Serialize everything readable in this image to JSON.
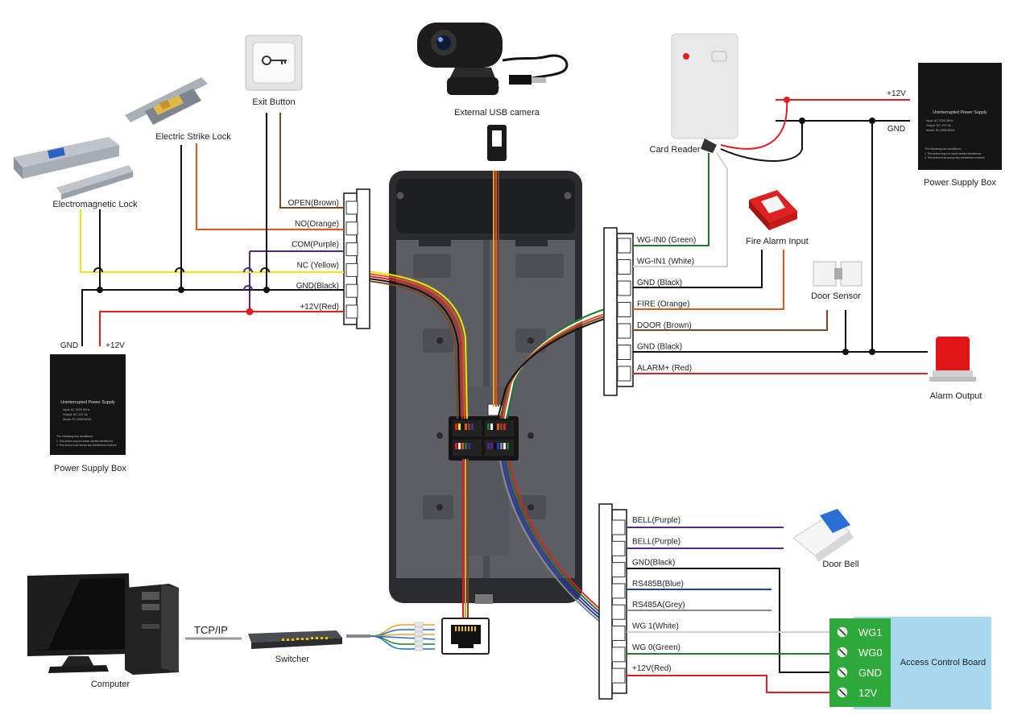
{
  "devices": {
    "camera": "External USB camera",
    "exit_button": "Exit Button",
    "electric_strike": "Electric Strike Lock",
    "em_lock": "Electromagnetic Lock",
    "card_reader": "Card Reader",
    "fire_alarm": "Fire Alarm Input",
    "door_sensor": "Door Sensor",
    "alarm_output": "Alarm Output",
    "door_bell": "Door Bell",
    "psu_left": "Power Supply Box",
    "psu_right": "Power Supply Box",
    "computer": "Computer",
    "switcher": "Switcher",
    "access_board": "Access Control Board"
  },
  "psu_text": {
    "title": "Uninterrupted Power Supply",
    "line1": "Input: AC 220V 50Hz",
    "line2": "Output: DC 12V 3A",
    "line3": "Model: PC-9055-B024",
    "note_title": "The following two conditions:",
    "note1": "1. This device may not cause harmful interference",
    "note2": "2. This device must accept any interference received"
  },
  "rails": {
    "left_gnd": "GND",
    "left_12v": "+12V",
    "right_12v": "+12V",
    "right_gnd": "GND"
  },
  "network": {
    "tcp": "TCP/IP"
  },
  "left_terminal": [
    {
      "label": "OPEN(Brown)",
      "color": "#7a4a1e"
    },
    {
      "label": "NO(Orange)",
      "color": "#e2531e"
    },
    {
      "label": "COM(Purple)",
      "color": "#4b2b8c"
    },
    {
      "label": "NC (Yellow)",
      "color": "#f2e600"
    },
    {
      "label": "GND(Black)",
      "color": "#111111"
    },
    {
      "label": "+12V(Red)",
      "color": "#e02020"
    }
  ],
  "right_terminal": [
    {
      "label": "WG-IN0 (Green)",
      "color": "#1e7a2e"
    },
    {
      "label": "WG-IN1 (White)",
      "color": "#c8c8c8"
    },
    {
      "label": "GND (Black)",
      "color": "#111111"
    },
    {
      "label": "FIRE (Orange)",
      "color": "#e2531e"
    },
    {
      "label": "DOOR (Brown)",
      "color": "#7a4a1e"
    },
    {
      "label": "GND (Black)",
      "color": "#111111"
    },
    {
      "label": "ALARM+ (Red)",
      "color": "#e02020"
    }
  ],
  "bottom_terminal": [
    {
      "label": "BELL(Purple)",
      "color": "#4b2b8c"
    },
    {
      "label": "BELL(Purple)",
      "color": "#4b2b8c"
    },
    {
      "label": "GND(Black)",
      "color": "#111111"
    },
    {
      "label": "RS485B(Blue)",
      "color": "#1a3fb0"
    },
    {
      "label": "RS485A(Grey)",
      "color": "#8a8a8a"
    },
    {
      "label": "WG 1(White)",
      "color": "#c8c8c8"
    },
    {
      "label": "WG 0(Green)",
      "color": "#1e7a2e"
    },
    {
      "label": "+12V(Red)",
      "color": "#e02020"
    }
  ],
  "board_pins": [
    "WG1",
    "WG0",
    "GND",
    "12V"
  ],
  "colors": {
    "red": "#e02020",
    "black": "#111111",
    "yellow": "#f2e600",
    "brown": "#7a4a1e",
    "orange": "#e2531e",
    "green": "#1e7a2e",
    "purple": "#4b2b8c",
    "board_bg": "#a8d8f0",
    "board_green": "#2eaa3a",
    "panel": "#3e3f44"
  }
}
